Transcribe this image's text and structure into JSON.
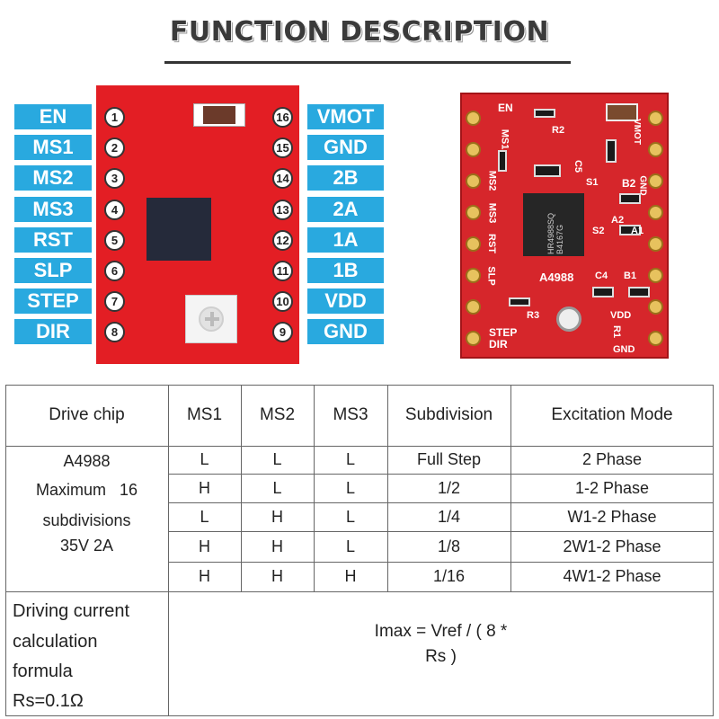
{
  "title": "FUNCTION DESCRIPTION",
  "pins_left": [
    {
      "name": "EN",
      "num": "1"
    },
    {
      "name": "MS1",
      "num": "2"
    },
    {
      "name": "MS2",
      "num": "3"
    },
    {
      "name": "MS3",
      "num": "4"
    },
    {
      "name": "RST",
      "num": "5"
    },
    {
      "name": "SLP",
      "num": "6"
    },
    {
      "name": "STEP",
      "num": "7"
    },
    {
      "name": "DIR",
      "num": "8"
    }
  ],
  "pins_right": [
    {
      "name": "VMOT",
      "num": "16"
    },
    {
      "name": "GND",
      "num": "15"
    },
    {
      "name": "2B",
      "num": "14"
    },
    {
      "name": "2A",
      "num": "13"
    },
    {
      "name": "1A",
      "num": "12"
    },
    {
      "name": "1B",
      "num": "11"
    },
    {
      "name": "VDD",
      "num": "10"
    },
    {
      "name": "GND",
      "num": "9"
    }
  ],
  "photo": {
    "chip_text": "HR4988SQ B4167G",
    "labels": [
      "EN",
      "MS1",
      "MS2",
      "MS3",
      "RST",
      "SLP",
      "STEP",
      "DIR",
      "A4988",
      "VMOT",
      "GND",
      "B2",
      "A2",
      "A1",
      "B1",
      "VDD",
      "GND",
      "C4",
      "C5",
      "S1",
      "S2",
      "R2",
      "R3",
      "R1"
    ]
  },
  "table": {
    "headers": [
      "Drive chip",
      "MS1",
      "MS2",
      "MS3",
      "Subdivision",
      "Excitation Mode"
    ],
    "drive_chip": [
      "A4988",
      "Maximum   16",
      "subdivisions",
      "35V 2A"
    ],
    "rows": [
      [
        "L",
        "L",
        "L",
        "Full Step",
        "2 Phase"
      ],
      [
        "H",
        "L",
        "L",
        "1/2",
        "1-2 Phase"
      ],
      [
        "L",
        "H",
        "L",
        "1/4",
        "W1-2 Phase"
      ],
      [
        "H",
        "H",
        "L",
        "1/8",
        "2W1-2 Phase"
      ],
      [
        "H",
        "H",
        "H",
        "1/16",
        "4W1-2 Phase"
      ]
    ],
    "formula_label": [
      "Driving current",
      "calculation",
      "formula",
      "Rs=0.1Ω"
    ],
    "formula": [
      "Imax = Vref / ( 8 *",
      "Rs )"
    ]
  }
}
